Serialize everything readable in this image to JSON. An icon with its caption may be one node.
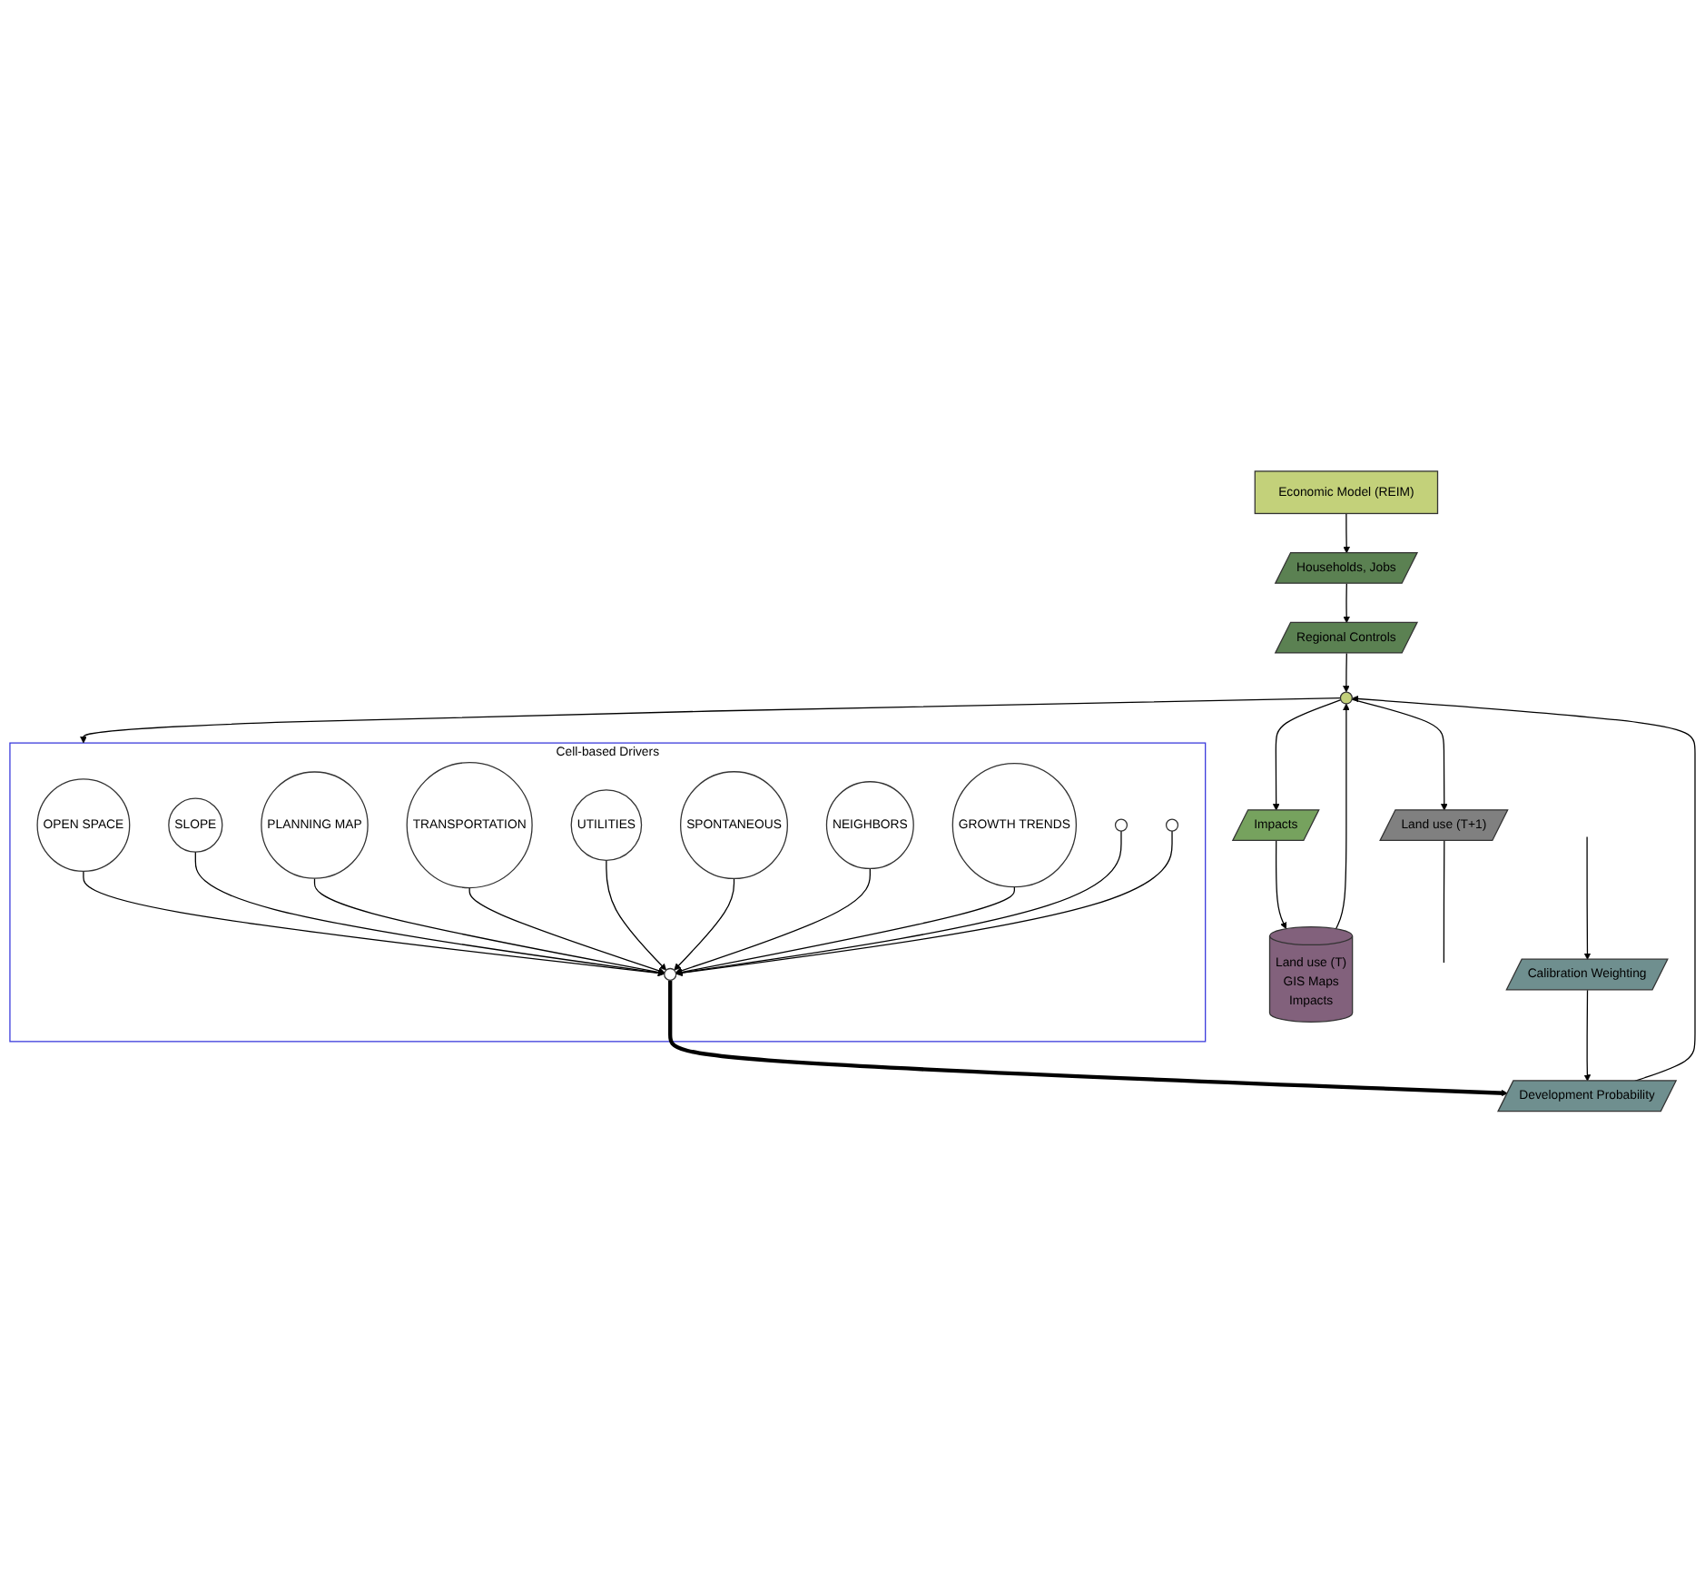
{
  "diagram": {
    "nodes": [
      {
        "text": [
          "Economic Model (REIM)"
        ]
      },
      {
        "text": [
          "Households, Jobs"
        ]
      },
      {
        "text": [
          "Regional Controls"
        ]
      },
      {
        "text": [
          "Land use (T)",
          "GIS Maps",
          "Impacts"
        ]
      },
      {
        "text": [
          "Cell-based Drivers"
        ]
      },
      {
        "text": [
          "OPEN SPACE"
        ],
        "in": 4
      },
      {
        "text": [
          "SLOPE"
        ],
        "in": 4
      },
      {
        "text": [
          "PLANNING MAP"
        ],
        "in": 4
      },
      {
        "text": [
          "TRANSPORTATION"
        ],
        "in": 4
      },
      {
        "text": [
          "UTILITIES"
        ],
        "in": 4
      },
      {
        "text": [
          "SPONTANEOUS"
        ],
        "in": 4
      },
      {
        "text": [
          "NEIGHBORS"
        ],
        "in": 4
      },
      {
        "text": [
          "GROWTH TRENDS"
        ],
        "in": 4
      },
      {
        "text": [],
        "shape": "circle",
        "in": 4
      },
      {
        "text": [],
        "shape": "circle",
        "in": 4
      },
      {
        "text": [],
        "shape": "circle",
        "in": 4
      },
      {
        "text": [],
        "shape": "circle"
      },
      {
        "text": [
          "Land use (T+1)"
        ]
      },
      {
        "text": [
          "Impacts"
        ]
      },
      {
        "text": [
          "Development Probability"
        ]
      },
      {
        "text": [
          "Calibration Weighting"
        ]
      }
    ],
    "edges": [
      {
        "from": 0,
        "to": 1,
        "arrow": "to"
      },
      {
        "from": 1,
        "to": 2,
        "arrow": "to"
      },
      {
        "from": 2,
        "to": 16,
        "arrow": "to"
      },
      {
        "from": 3,
        "to": 16,
        "arrow": "to"
      },
      {
        "from": 16,
        "to": 4,
        "arrow": "to"
      },
      {
        "from": 16,
        "to": 17,
        "arrow": "to"
      },
      {
        "from": 16,
        "to": 18,
        "arrow": "to"
      },
      {
        "from": 18,
        "to": 3,
        "arrow": "to"
      },
      {
        "from": 17,
        "to": null,
        "arrow": "none"
      },
      {
        "from": null,
        "to": 20,
        "arrow": "to"
      },
      {
        "from": 5,
        "to": 15,
        "arrow": "to"
      },
      {
        "from": 6,
        "to": 15,
        "arrow": "to"
      },
      {
        "from": 7,
        "to": 15,
        "arrow": "to"
      },
      {
        "from": 8,
        "to": 15,
        "arrow": "to"
      },
      {
        "from": 9,
        "to": 15,
        "arrow": "to"
      },
      {
        "from": 10,
        "to": 15,
        "arrow": "to"
      },
      {
        "from": 11,
        "to": 15,
        "arrow": "to"
      },
      {
        "from": 12,
        "to": 15,
        "arrow": "to"
      },
      {
        "from": 13,
        "to": 15,
        "arrow": "to"
      },
      {
        "from": 14,
        "to": 15,
        "arrow": "to"
      },
      {
        "from": 15,
        "to": 19,
        "arrow": "to",
        "style": "thick"
      },
      {
        "from": 19,
        "to": 16,
        "arrow": "to"
      },
      {
        "from": 20,
        "to": 19,
        "arrow": "to"
      }
    ]
  }
}
